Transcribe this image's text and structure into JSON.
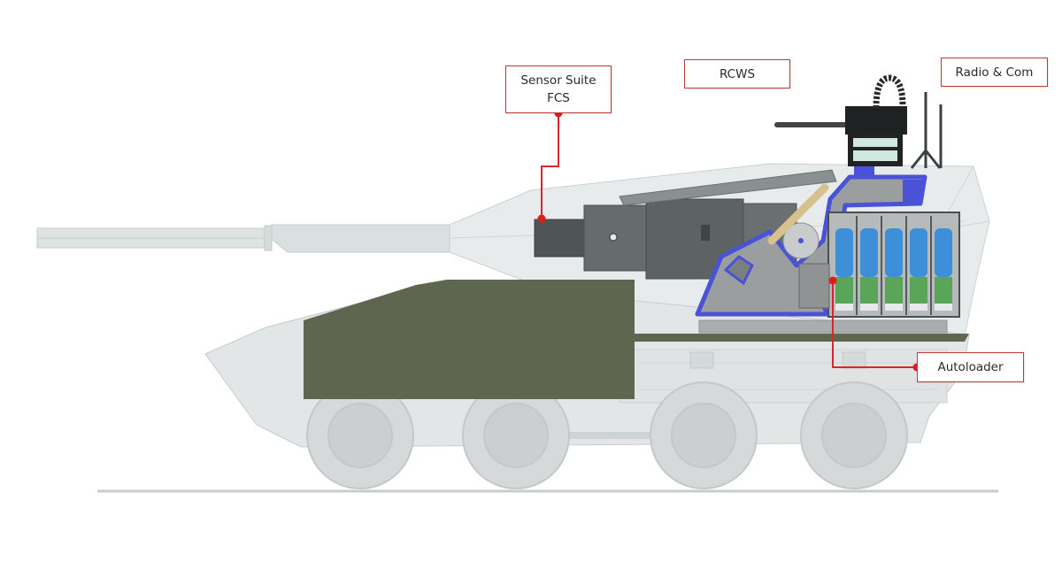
{
  "diagram": {
    "subject": "8x8 wheeled vehicle with turret — component cutaway",
    "colors": {
      "callout_border": "#c0393b",
      "leader_line": "#d8262b",
      "leader_dot": "#e01b1b",
      "hull_ghost": "#dfe3e3",
      "hull_block": "#5e6650",
      "turret_internals": "#5b5f5f",
      "frame_blue": "#4a52d6",
      "ammo_blue": "#3d8fd8",
      "ammo_green": "#5aa55a"
    },
    "callouts": [
      {
        "id": "sensor",
        "lines": [
          "Sensor Suite",
          "FCS"
        ],
        "icon": "leader-dot"
      },
      {
        "id": "rcws",
        "lines": [
          "RCWS"
        ]
      },
      {
        "id": "radio",
        "lines": [
          "Radio & Com"
        ]
      },
      {
        "id": "autoloader",
        "lines": [
          "Autoloader"
        ],
        "icon": "leader-dot"
      }
    ]
  }
}
